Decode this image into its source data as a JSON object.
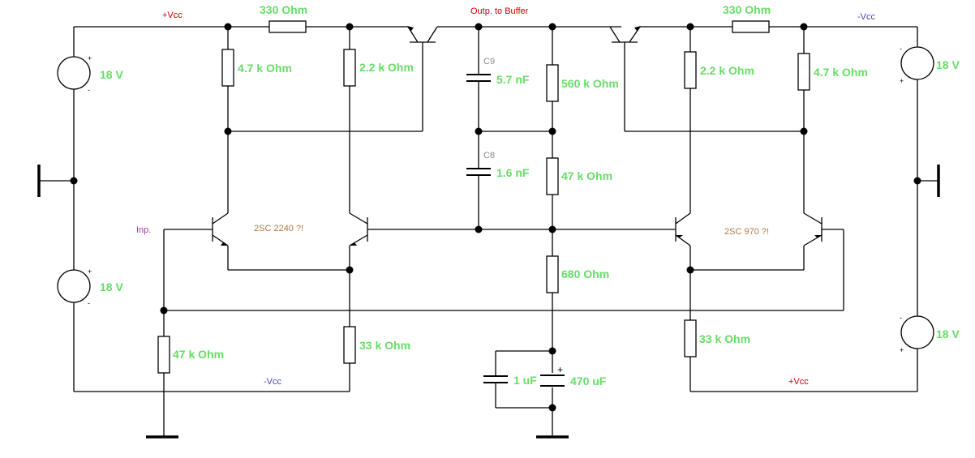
{
  "colors": {
    "wire": "#000000",
    "value_label": "#66dd66",
    "vcc_plus": "#cc0000",
    "vcc_minus": "#4444bb",
    "transistor_label": "#b07a4a",
    "input_label": "#a040a0",
    "cap_name": "#888888"
  },
  "nets": {
    "vcc_plus_left": "+Vcc",
    "vcc_minus_left": "-Vcc",
    "vcc_plus_right": "+Vcc",
    "vcc_minus_right": "-Vcc",
    "output": "Outp. to Buffer",
    "input": "Inp."
  },
  "transistors": {
    "left_pair": "2SC 2240 ?!",
    "right_pair": "2SC 970 ?!"
  },
  "sources": {
    "top_left": "18 V",
    "bottom_left": "18 V",
    "top_right": "18 V",
    "bottom_right": "18 V",
    "plus": "+",
    "minus": "-"
  },
  "resistors": {
    "r_top_left_series": "330  Ohm",
    "r_left_collector1": "4.7 k Ohm",
    "r_left_collector2": "2.2 k Ohm",
    "r_top_right_series": "330  Ohm",
    "r_right_collector1": "2.2 k Ohm",
    "r_right_collector2": "4.7 k Ohm",
    "r_divider_top": "560 k Ohm",
    "r_divider_mid": "47 k Ohm",
    "r_divider_bottom": "680  Ohm",
    "r_input": "47 k Ohm",
    "r_tail_left": "33 k Ohm",
    "r_tail_right": "33 k Ohm"
  },
  "capacitors": {
    "c9_name": "C9",
    "c9_value": "5.7 nF",
    "c8_name": "C8",
    "c8_value": "1.6 nF",
    "c_small": "1 uF",
    "c_large": "470 uF",
    "c_large_plus": "+"
  }
}
